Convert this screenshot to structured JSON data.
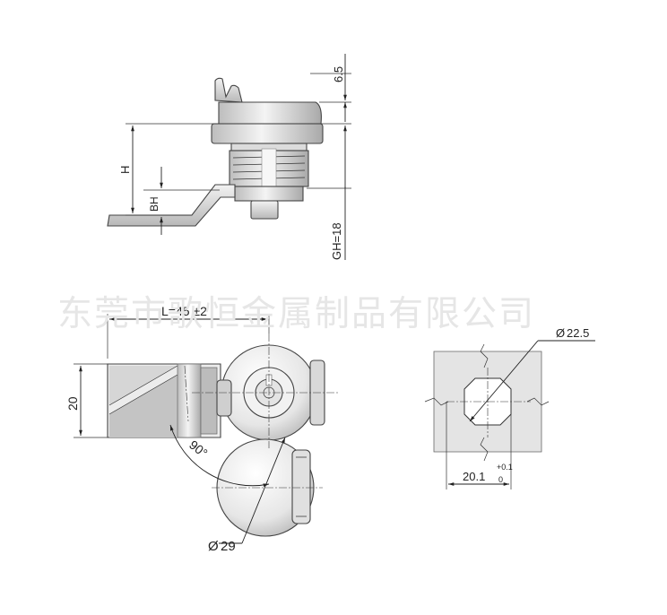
{
  "watermark": "东莞市歌恒金属制品有限公司",
  "side_view": {
    "dim_top": "6.5",
    "dim_h": "H",
    "dim_bh": "BH",
    "dim_gh": "GH=18"
  },
  "front_view": {
    "dim_length": "L=45 ±2",
    "dim_width": "20",
    "dim_angle": "90°",
    "dim_diameter": "29",
    "diameter_symbol": "Ø"
  },
  "cutout_view": {
    "dim_diameter": "22.5",
    "diameter_symbol": "Ø",
    "dim_width": "20.1",
    "tol_upper": "+0.1",
    "tol_lower": "0"
  },
  "colors": {
    "line": "#222222",
    "metal_light": "#eeeeee",
    "metal_mid": "#cfcfcf",
    "metal_dark": "#9a9a9a",
    "watermark": "#e6e6e6"
  }
}
